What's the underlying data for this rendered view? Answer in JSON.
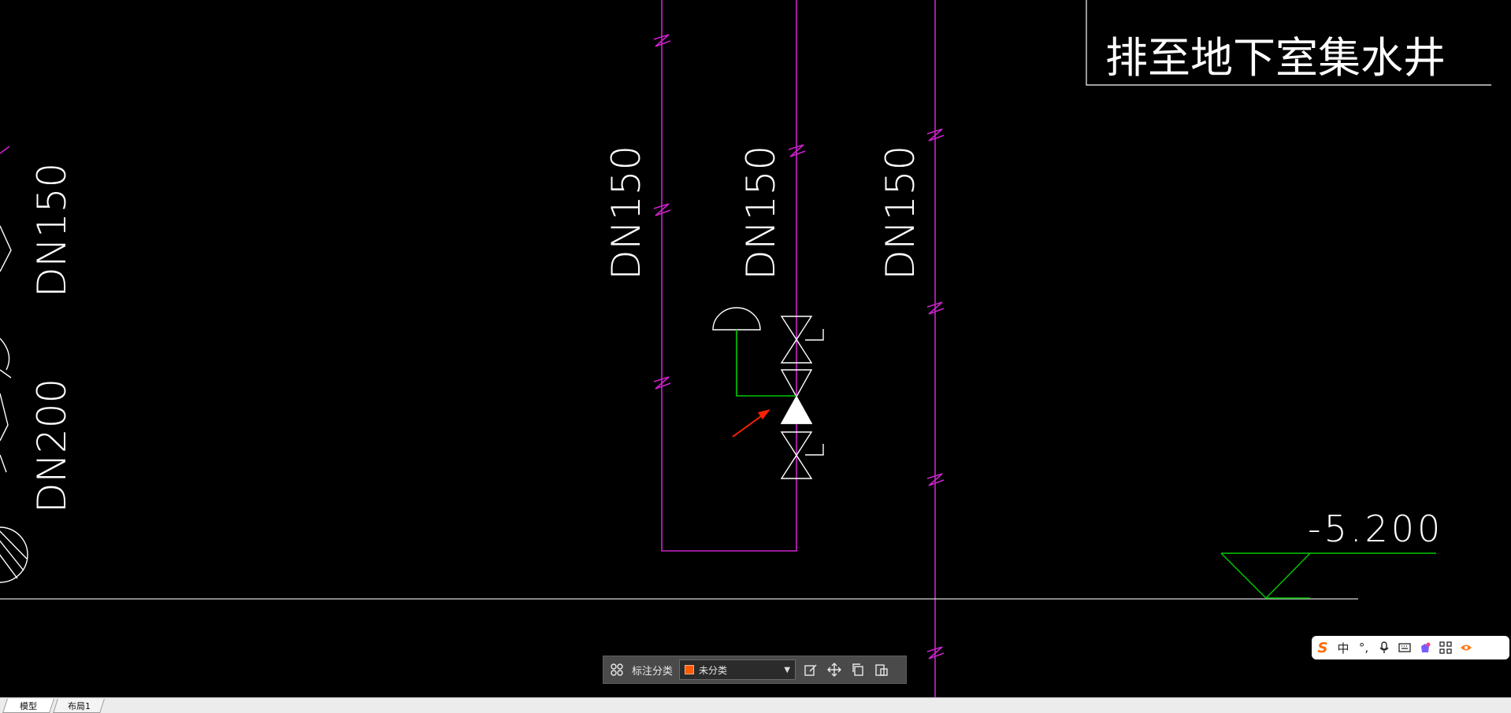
{
  "drawing": {
    "note_text": "排至地下室集水井",
    "elevation_text": "-5.200",
    "pipe_labels": [
      "DN150",
      "DN150",
      "DN150"
    ],
    "left_labels": [
      "DN150",
      "DN200"
    ],
    "colors": {
      "pipe": "#cc22cc",
      "linework": "#ffffff",
      "green": "#00cc00",
      "arrow": "#ff2200",
      "background": "#000000"
    }
  },
  "annotation_toolbar": {
    "label": "标注分类",
    "category_value": "未分类",
    "category_color": "#ff5a00",
    "icons": [
      "grid-icon",
      "edit-icon",
      "move-icon",
      "copy-icon",
      "paste-icon"
    ]
  },
  "ime_toolbar": {
    "logo": "S",
    "mode": "中",
    "punct": "°,",
    "icons": [
      "microphone-icon",
      "keyboard-icon",
      "skin-icon",
      "apps-icon",
      "tool-icon"
    ]
  },
  "tabs": {
    "model": "模型",
    "layout1": "布局1"
  }
}
